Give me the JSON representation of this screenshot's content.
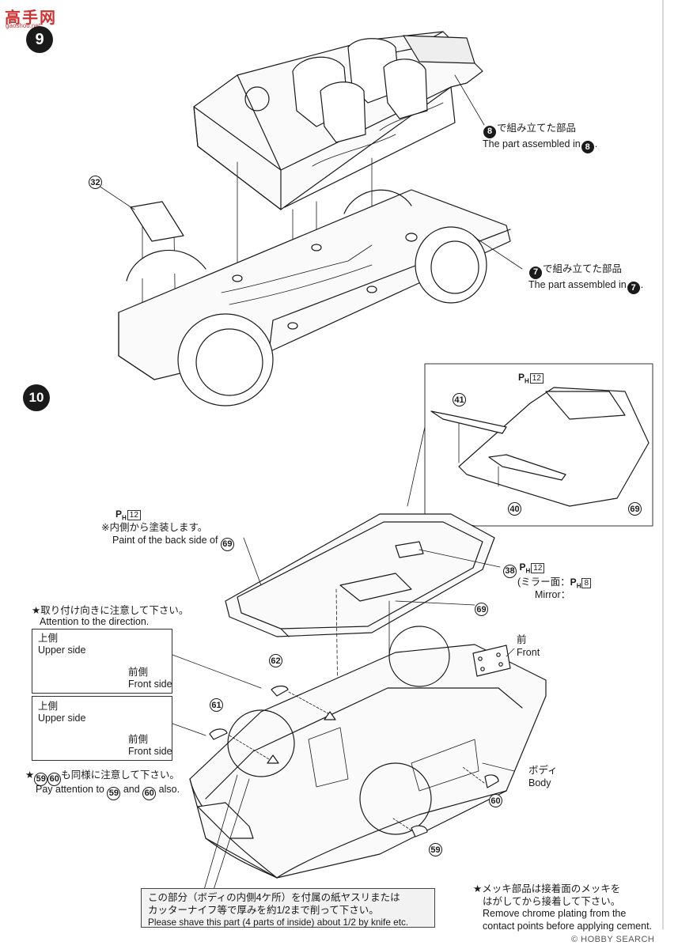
{
  "watermark": {
    "logo_text": "高手网",
    "url": "gaoshou.net",
    "footer": "© HOBBY SEARCH"
  },
  "steps": {
    "nine": "9",
    "ten": "10"
  },
  "step9": {
    "part_32": "32",
    "callout_8_jp": "で組み立てた部品",
    "callout_8_en": "The part assembled in",
    "callout_8_num": "8",
    "callout_7_jp": "で組み立てた部品",
    "callout_7_en": "The part assembled in",
    "callout_7_num": "7"
  },
  "step10": {
    "ph12_top": "12",
    "part_41": "41",
    "part_40": "40",
    "part_69_inset": "69",
    "ph12_mid": "12",
    "paint_jp": "※内側から塗装します。",
    "paint_en": "Paint of the back side of",
    "paint_num": "69",
    "part_38": "38",
    "ph12_38": "12",
    "mirror_jp": "(ミラー面：",
    "mirror_ph": "8",
    "mirror_en": "Mirror：",
    "part_69": "69",
    "direction_jp": "★取り付け向きに注意して下さい。",
    "direction_en": "Attention to the direction.",
    "upper_side_jp": "上側",
    "upper_side_en": "Upper side",
    "front_side_jp": "前側",
    "front_side_en": "Front side",
    "part_62": "62",
    "part_61": "61",
    "same_jp": "も同様に注意して下さい。",
    "same_en_a": "Pay attention to",
    "same_en_b": "and",
    "same_en_c": "also.",
    "num_59": "59",
    "num_60": "60",
    "front_jp": "前",
    "front_en": "Front",
    "body_jp": "ボディ",
    "body_en": "Body",
    "part_60": "60",
    "part_59": "59",
    "shave_jp1": "この部分（ボディの内側4ケ所）を付属の紙ヤスリまたは",
    "shave_jp2": "カッターナイフ等で厚みを約1/2まで削って下さい。",
    "shave_en": "Please shave this part (4 parts of inside) about 1/2 by knife etc.",
    "chrome_jp1": "★メッキ部品は接着面のメッキを",
    "chrome_jp2": "はがしてから接着して下さい。",
    "chrome_en1": "Remove chrome plating from the",
    "chrome_en2": "contact points before applying cement."
  }
}
